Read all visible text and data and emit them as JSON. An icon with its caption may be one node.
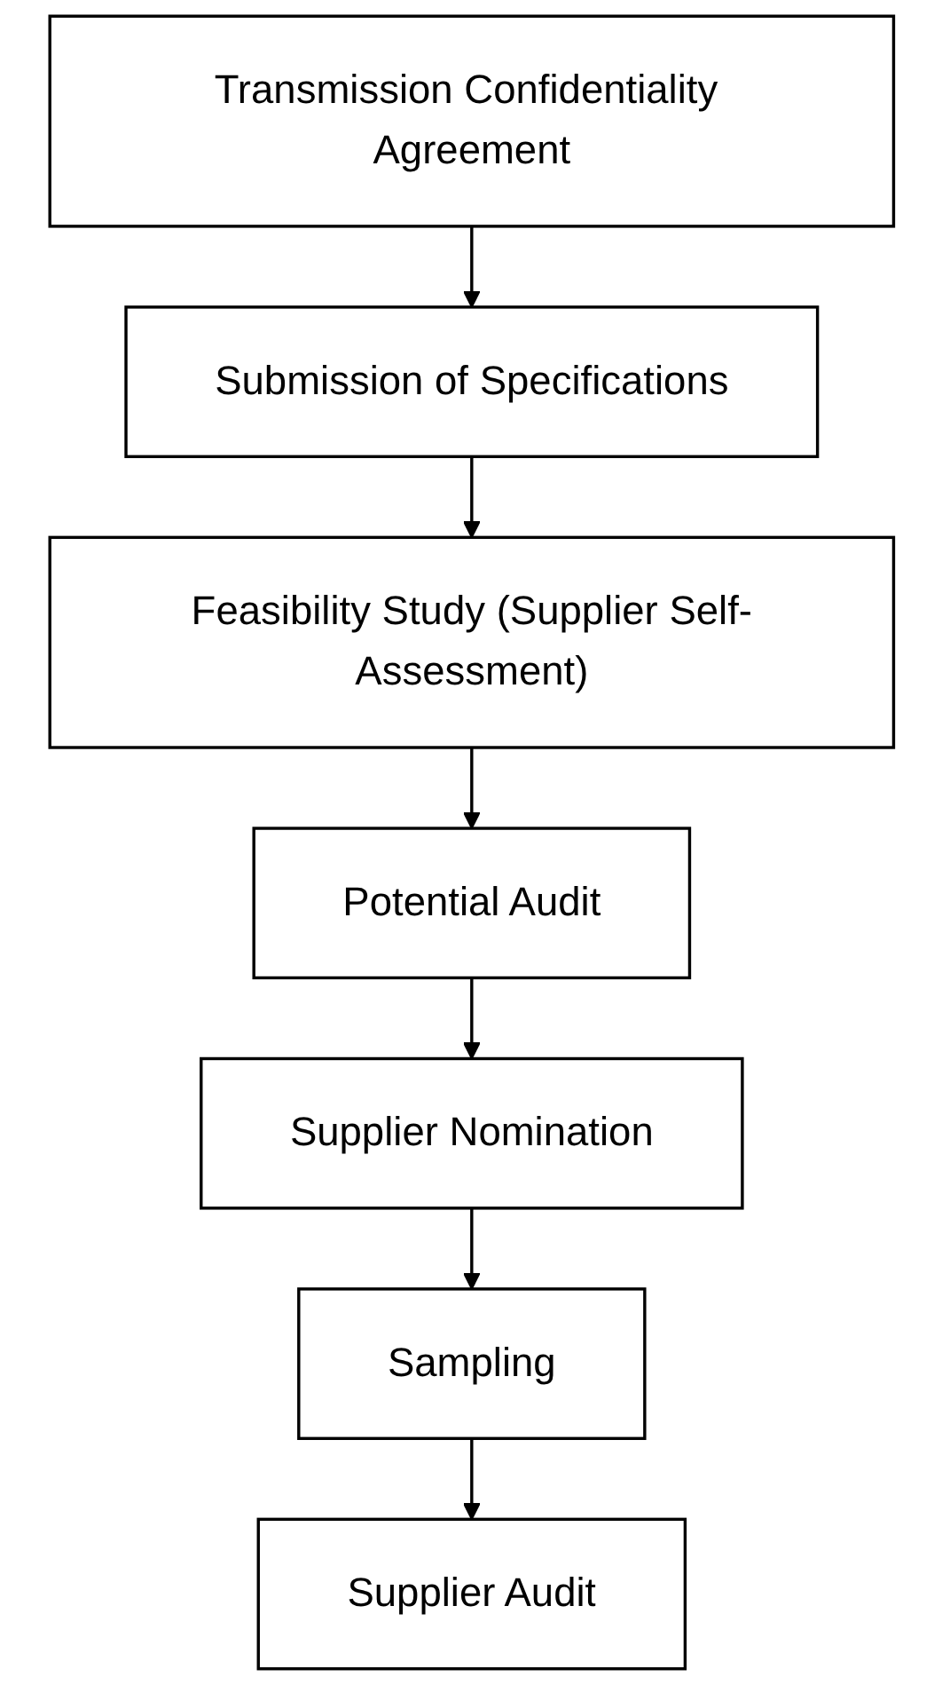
{
  "diagram": {
    "nodes": [
      {
        "text": [
          "Transmission Confidentiality Agreement"
        ]
      },
      {
        "text": [
          "Submission of Specifications"
        ]
      },
      {
        "text": [
          "Feasibility Study (Supplier Self-Assessment)"
        ]
      },
      {
        "text": [
          "Potential Audit"
        ]
      },
      {
        "text": [
          "Supplier Nomination"
        ]
      },
      {
        "text": [
          "Sampling"
        ]
      },
      {
        "text": [
          "Supplier Audit"
        ]
      }
    ],
    "edges": [
      {
        "from": 0,
        "to": 1,
        "arrow": "to"
      },
      {
        "from": 1,
        "to": 2,
        "arrow": "to"
      },
      {
        "from": 2,
        "to": 3,
        "arrow": "to"
      },
      {
        "from": 3,
        "to": 4,
        "arrow": "to"
      },
      {
        "from": 4,
        "to": 5,
        "arrow": "to"
      },
      {
        "from": 5,
        "to": 6,
        "arrow": "to"
      }
    ]
  }
}
